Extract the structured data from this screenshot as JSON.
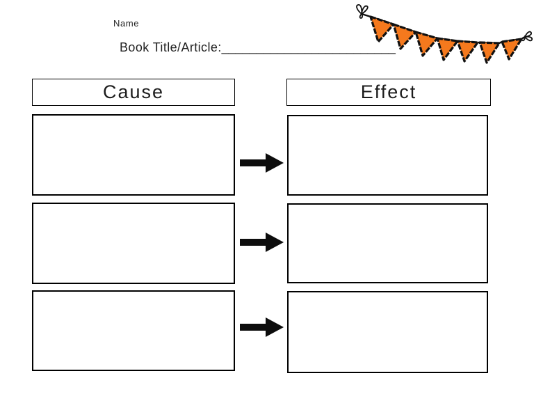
{
  "header": {
    "name_label": "Name",
    "book_title_label": "Book Title/Article:",
    "blank_line": "_________________________"
  },
  "organizer": {
    "cause_header": "Cause",
    "effect_header": "Effect",
    "rows": [
      {
        "cause": "",
        "effect": ""
      },
      {
        "cause": "",
        "effect": ""
      },
      {
        "cause": "",
        "effect": ""
      }
    ]
  },
  "decorations": {
    "banner": {
      "type": "pennant-banner",
      "flag_count": 7,
      "flag_color": "#F5791D",
      "line_color": "#111111"
    },
    "arrow_color": "#0d0d0d"
  },
  "colors": {
    "background": "#FFFFFF",
    "box_border": "#000000",
    "text": "#1A1A1A"
  }
}
